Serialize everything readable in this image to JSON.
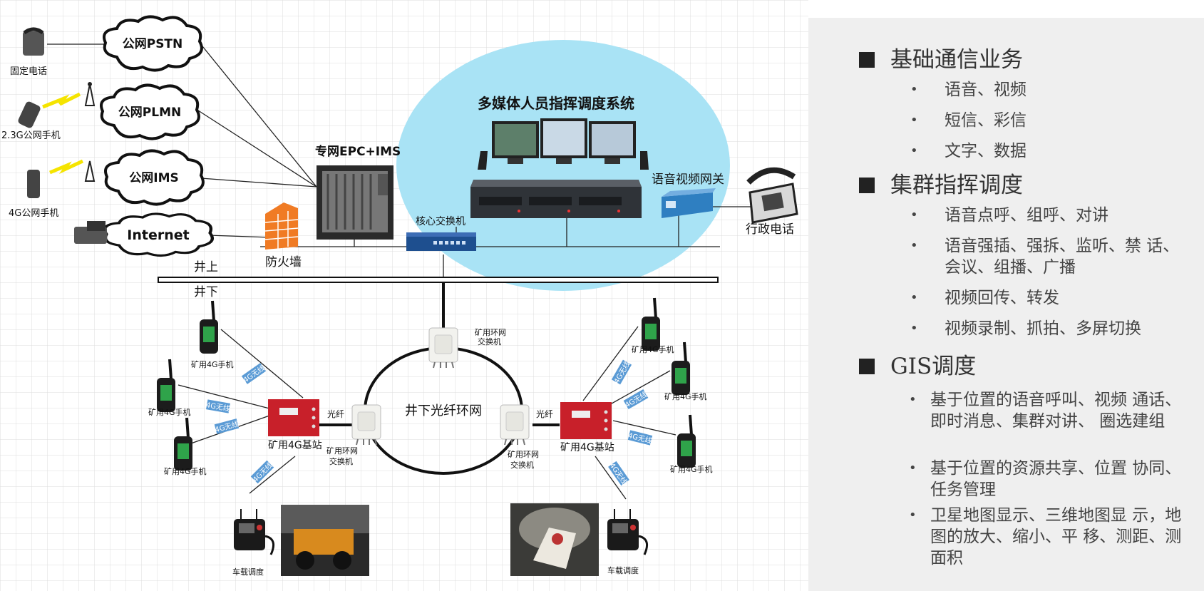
{
  "diagram": {
    "public_networks": [
      "公网PSTN",
      "公网PLMN",
      "公网IMS",
      "Internet"
    ],
    "terminals": {
      "fixed_phone": "固定电话",
      "phone_23g": "2.3G公网手机",
      "phone_4g": "4G公网手机"
    },
    "epc_ims": "专网EPC+IMS",
    "firewall": "防火墙",
    "core_switch": "核心交换机",
    "dispatch_system": "多媒体人员指挥调度系统",
    "av_gateway": "语音视频网关",
    "admin_phone": "行政电话",
    "above_ground": "井上",
    "underground": "井下",
    "fiber_ring": "井下光纤环网",
    "ring_switch_line1": "矿用环网",
    "ring_switch_line2": "交换机",
    "base_station": "矿用4G基站",
    "fiber": "光纤",
    "mine_handset": "矿用4G手机",
    "wireless": "4G无线",
    "vehicle_dispatch": "车载调度"
  },
  "panel": {
    "sections": [
      {
        "title": "基础通信业务",
        "items": [
          "语音、视频",
          "短信、彩信",
          "文字、数据"
        ]
      },
      {
        "title": "集群指挥调度",
        "items": [
          "语音点呼、组呼、对讲",
          "语音强插、强拆、监听、禁 话、",
          "会议、组播、广播",
          "视频回传、转发",
          "视频录制、抓拍、多屏切换"
        ]
      },
      {
        "title": "GIS调度",
        "items": [
          "基于位置的语音呼叫、视频 通话、即时消息、集群对讲、 圈选建组",
          "基于位置的资源共享、位置 协同、任务管理",
          "卫星地图显示、三维地图显 示，地图的放大、缩小、平 移、测距、测面积"
        ]
      }
    ]
  },
  "colors": {
    "dispatch_bubble": "#a9e3f5",
    "base_station": "#c8202a",
    "wireless_label": "#5b9bd5",
    "panel_bg": "#efefef"
  }
}
